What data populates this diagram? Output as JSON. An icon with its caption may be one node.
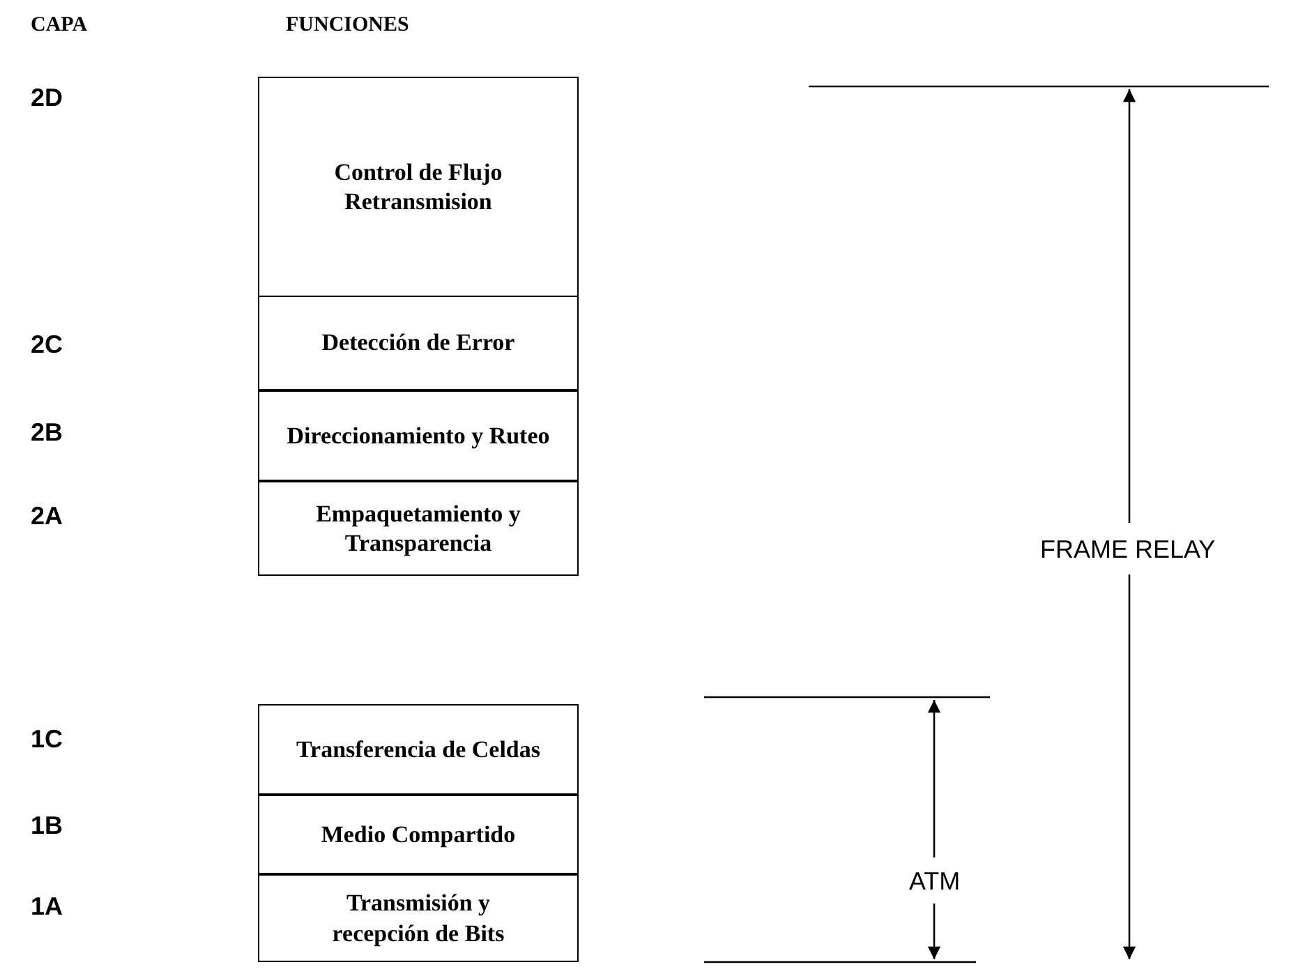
{
  "diagram": {
    "nodes": [
      {
        "text": [
          "Control de Flujo Retransmision"
        ]
      },
      {
        "text": [
          "Detección de Error"
        ]
      },
      {
        "text": [
          "Direccionamiento y Ruteo"
        ]
      },
      {
        "text": [
          "Empaquetamiento y Transparencia"
        ]
      },
      {
        "text": [
          "Transferencia de Celdas"
        ]
      },
      {
        "text": [
          "Medio Compartido"
        ]
      },
      {
        "text": [
          "Transmisión y recepción de Bits"
        ]
      }
    ],
    "edges": [],
    "labels": [
      "CAPA",
      "FUNCIONES",
      "2D",
      "2C",
      "2B",
      "2A",
      "FRAME RELAY",
      "1C",
      "1B",
      "ATM",
      "1A"
    ]
  }
}
